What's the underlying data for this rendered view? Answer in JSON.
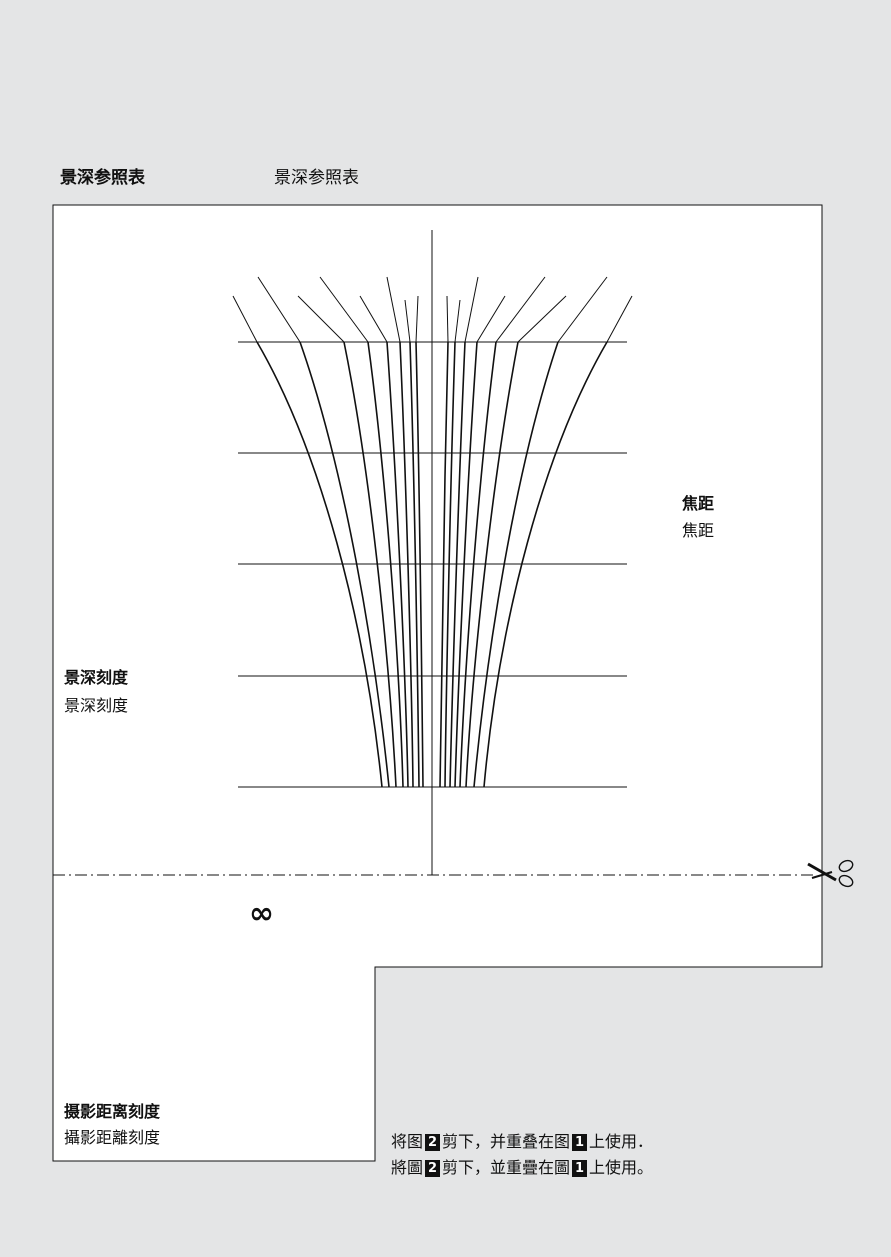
{
  "header": {
    "title_simplified": "景深参照表",
    "title_traditional": "景深参照表"
  },
  "labels": {
    "focal_length_simplified": "焦距",
    "focal_length_traditional": "焦距",
    "dof_scale_simplified": "景深刻度",
    "dof_scale_traditional": "景深刻度",
    "distance_scale_simplified": "摄影距离刻度",
    "distance_scale_traditional": "攝影距離刻度",
    "infinity": "∞"
  },
  "instructions": {
    "simplified": {
      "a": "将图",
      "fig_a": "2",
      "b": "剪下，并重叠在图",
      "fig_b": "1",
      "c": "上使用．"
    },
    "traditional": {
      "a": "將圖",
      "fig_a": "2",
      "b": "剪下，並重疊在圖",
      "fig_b": "1",
      "c": "上使用。"
    }
  },
  "icons": {
    "cut_mark": "scissors-icon"
  },
  "colors": {
    "background": "#e4e5e6",
    "paper": "#ffffff",
    "ink": "#111111"
  }
}
